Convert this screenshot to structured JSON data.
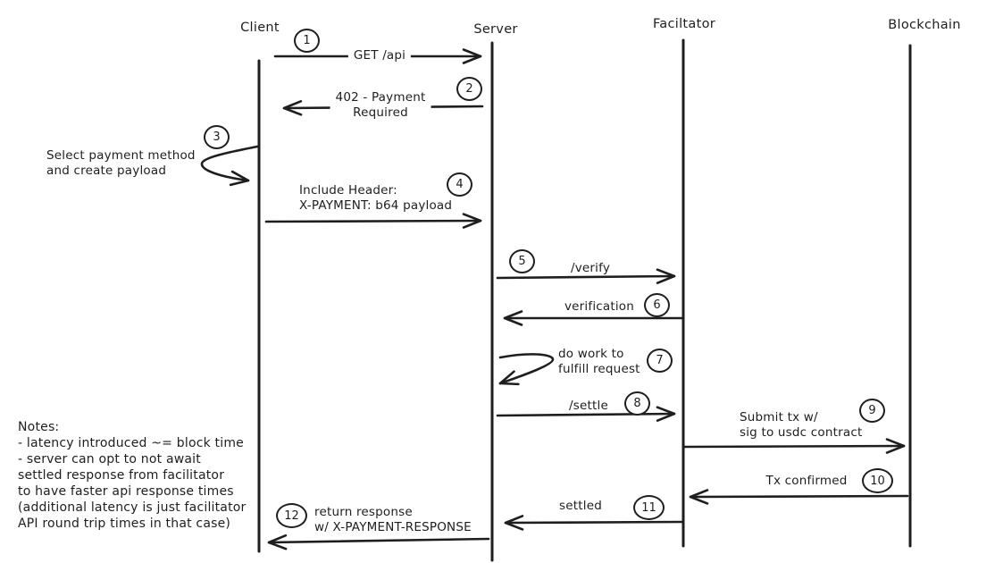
{
  "diagram": {
    "kind": "sequence-diagram",
    "colors": {
      "stroke": "#1e1e1e",
      "background": "#ffffff"
    },
    "actors": [
      {
        "label": "Client"
      },
      {
        "label": "Server"
      },
      {
        "label": "Faciltator"
      },
      {
        "label": "Blockchain"
      }
    ],
    "messages": [
      {
        "step": "1",
        "label": "GET /api",
        "from": "Client",
        "to": "Server"
      },
      {
        "step": "2",
        "label": "402 - Payment\nRequired",
        "from": "Server",
        "to": "Client"
      },
      {
        "step": "3",
        "label": "Select payment method\nand create payload",
        "from": "Client",
        "to": "Client"
      },
      {
        "step": "4",
        "label": "Include Header:\nX-PAYMENT: b64 payload",
        "from": "Client",
        "to": "Server"
      },
      {
        "step": "5",
        "label": "/verify",
        "from": "Server",
        "to": "Faciltator"
      },
      {
        "step": "6",
        "label": "verification",
        "from": "Faciltator",
        "to": "Server"
      },
      {
        "step": "7",
        "label": "do work to\nfulfill request",
        "from": "Server",
        "to": "Server"
      },
      {
        "step": "8",
        "label": "/settle",
        "from": "Server",
        "to": "Faciltator"
      },
      {
        "step": "9",
        "label": "Submit tx w/\nsig to usdc contract",
        "from": "Faciltator",
        "to": "Blockchain"
      },
      {
        "step": "10",
        "label": "Tx confirmed",
        "from": "Blockchain",
        "to": "Faciltator"
      },
      {
        "step": "11",
        "label": "settled",
        "from": "Faciltator",
        "to": "Server"
      },
      {
        "step": "12",
        "label": "return response\nw/ X-PAYMENT-RESPONSE",
        "from": "Server",
        "to": "Client"
      }
    ],
    "notes": "Notes:\n- latency introduced ~= block time\n- server can opt to not await\nsettled response from facilitator\nto have faster api response times\n(additional latency is just facilitator\nAPI round trip times in that case)"
  }
}
